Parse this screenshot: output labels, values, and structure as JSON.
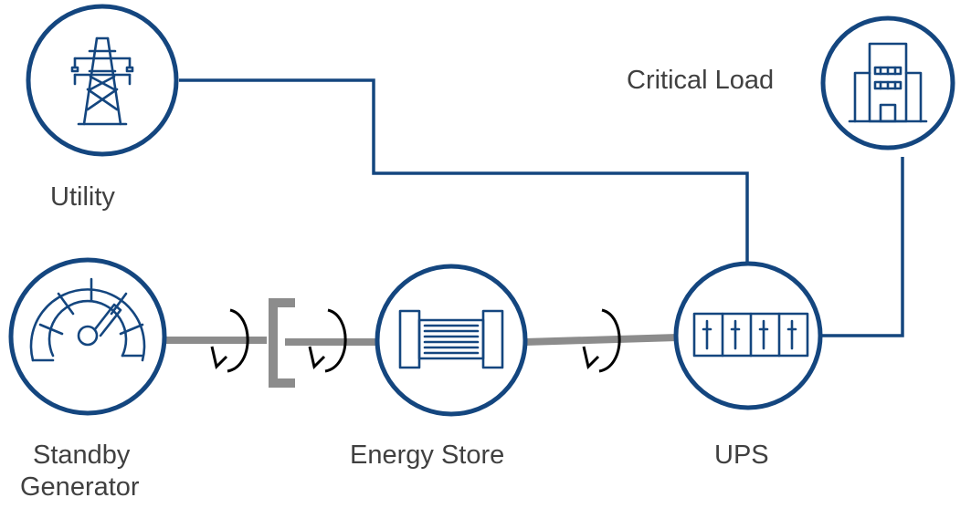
{
  "colors": {
    "primary": "#14467f",
    "shaft": "#8c8c8c",
    "label": "#404040",
    "rotation": "#000000"
  },
  "nodes": {
    "utility": {
      "label": "Utility",
      "icon": "transmission-tower-icon"
    },
    "critical_load": {
      "label": "Critical Load",
      "icon": "building-icon"
    },
    "standby_generator": {
      "label_line1": "Standby",
      "label_line2": "Generator",
      "icon": "gauge-icon"
    },
    "energy_store": {
      "label": "Energy Store",
      "icon": "flywheel-icon"
    },
    "ups": {
      "label": "UPS",
      "icon": "battery-cabinet-icon"
    }
  },
  "connections": [
    {
      "from": "utility",
      "to": "ups",
      "type": "electrical"
    },
    {
      "from": "ups",
      "to": "critical_load",
      "type": "electrical"
    },
    {
      "from": "standby_generator",
      "to": "energy_store",
      "type": "mechanical-shaft",
      "clutch": true
    },
    {
      "from": "energy_store",
      "to": "ups",
      "type": "mechanical-shaft"
    }
  ]
}
